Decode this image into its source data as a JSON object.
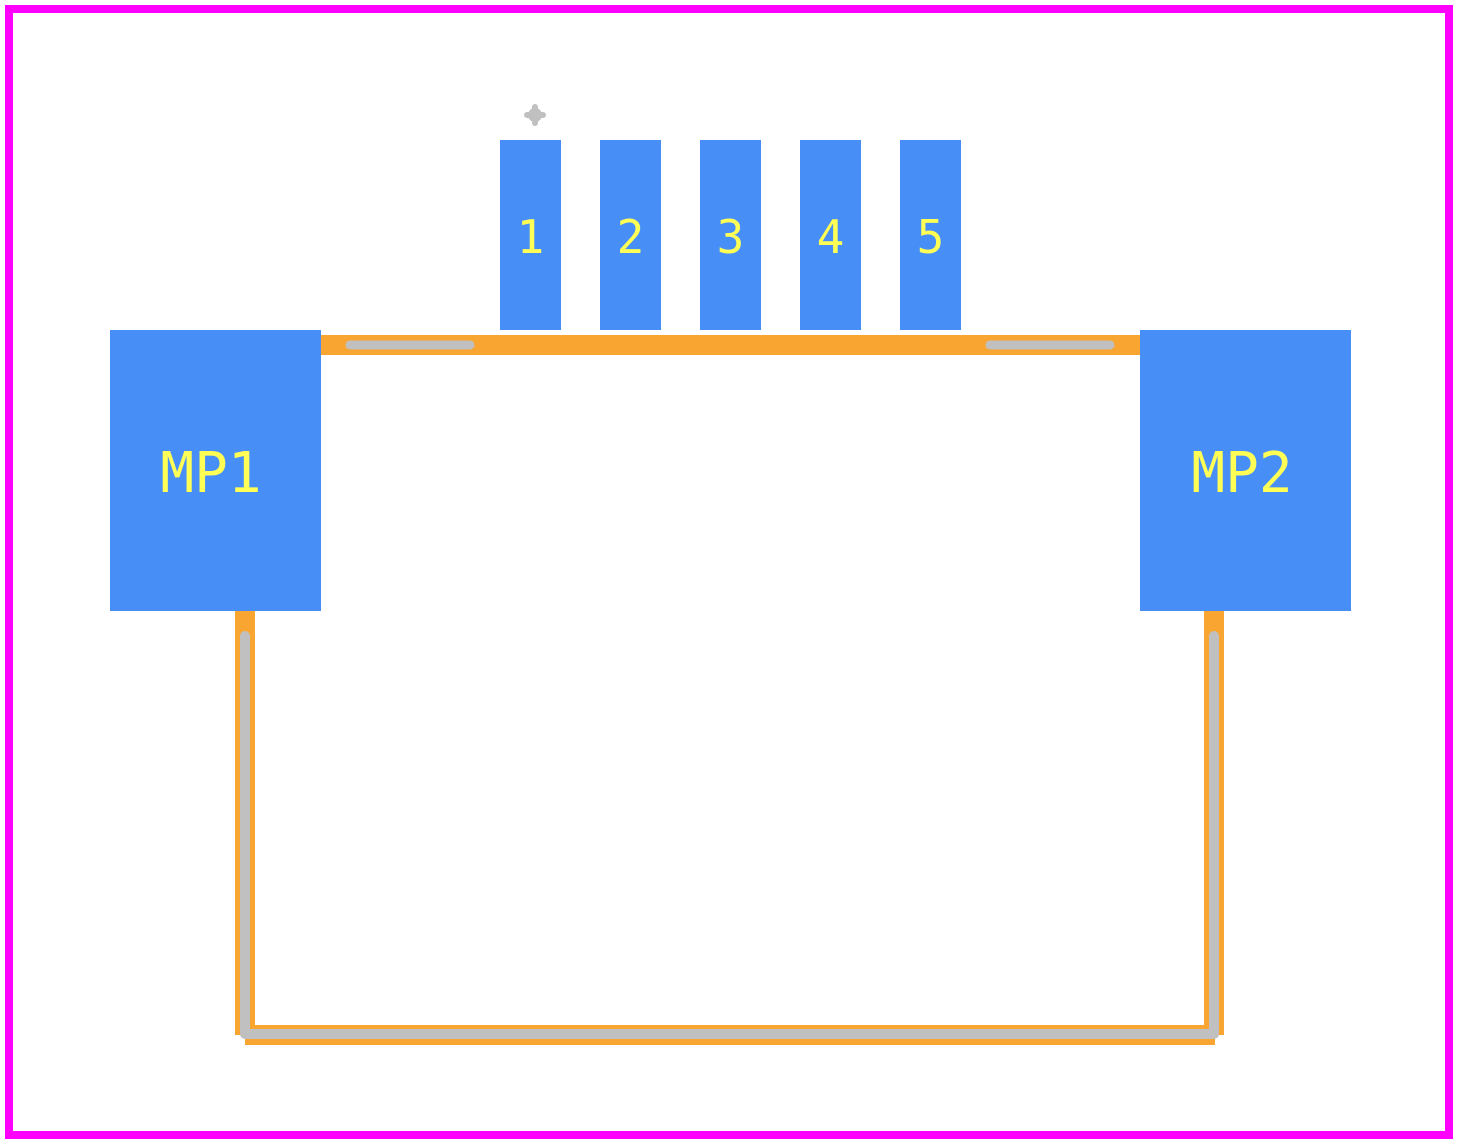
{
  "footprint": {
    "signal_pads": [
      {
        "label": "1"
      },
      {
        "label": "2"
      },
      {
        "label": "3"
      },
      {
        "label": "4"
      },
      {
        "label": "5"
      }
    ],
    "mounting_pads": [
      {
        "label": "MP1"
      },
      {
        "label": "MP2"
      }
    ],
    "pin1_marker": "pin1-dot",
    "colors": {
      "board_outline": "#ff00ff",
      "pad": "#478ff7",
      "pad_label": "#ffff55",
      "courtyard": "#f9a532",
      "silkscreen": "#c0c0c0",
      "background": "#ffffff"
    }
  }
}
